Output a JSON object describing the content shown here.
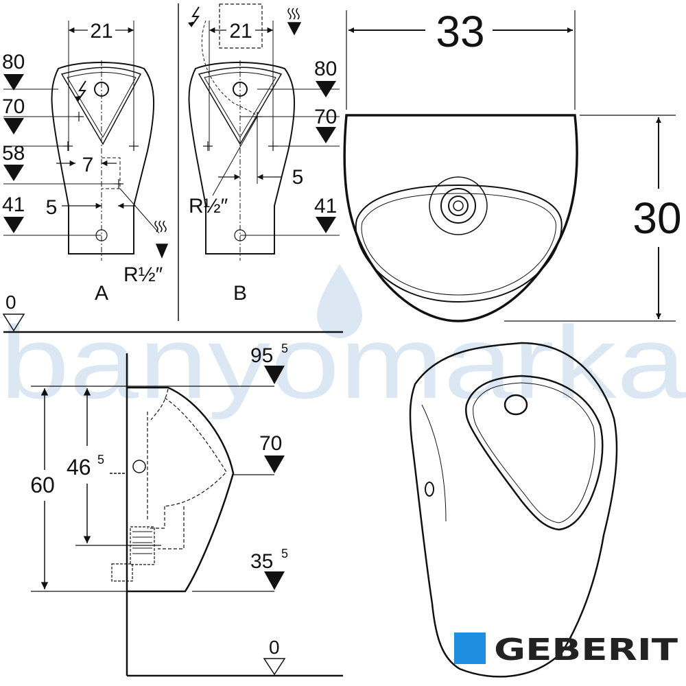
{
  "watermark": {
    "text": "banyomarka"
  },
  "brand": {
    "name": "GEBERIT",
    "color": "#1f8ee0"
  },
  "front_views": {
    "a": {
      "caption": "A",
      "width_dim": "21",
      "level_80": "80",
      "level_70": "70",
      "level_58": "58",
      "level_41": "41",
      "offset_7": "7",
      "offset_5": "5",
      "thread_label": "R½″"
    },
    "b": {
      "caption": "B",
      "width_dim": "21",
      "level_80": "80",
      "level_70": "70",
      "level_41": "41",
      "offset_5": "5",
      "thread_label": "R½″"
    }
  },
  "top_view": {
    "width_dim": "33",
    "depth_dim": "30"
  },
  "side_view": {
    "total_height": "60",
    "inlet_height": "46",
    "inlet_height_sup": "5",
    "level_top": "95",
    "level_top_sup": "5",
    "level_mid": "70",
    "level_bottom": "35",
    "level_bottom_sup": "5",
    "floor_zero": "0"
  },
  "level_zero": {
    "label": "0"
  },
  "icons": [
    "lightning-icon",
    "water-waves-icon",
    "water-drop-icon",
    "level-triangle-icon"
  ]
}
